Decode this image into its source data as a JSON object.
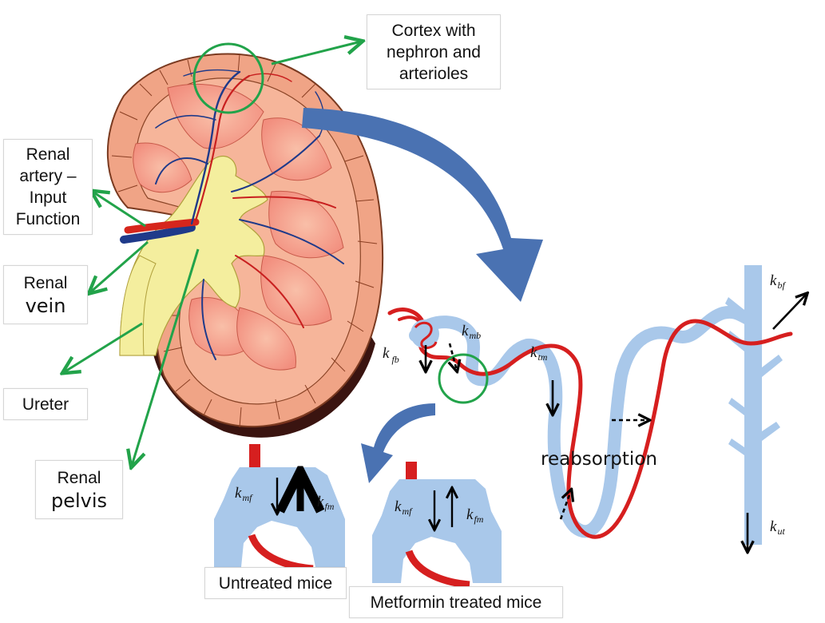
{
  "labels": {
    "cortex": [
      "Cortex with",
      "nephron and",
      "arterioles"
    ],
    "renal_artery": [
      "Renal",
      "artery –",
      "Input",
      "Function"
    ],
    "renal_vein": [
      "Renal",
      "vein"
    ],
    "ureter": "Ureter",
    "renal_pelvis": [
      "Renal",
      "pelvis"
    ],
    "untreated": "Untreated mice",
    "metformin": "Metformin treated mice",
    "reabsorption": "reabsorption"
  },
  "rates": {
    "k_fb": [
      "k",
      "fb"
    ],
    "k_mb": [
      "k",
      "mb"
    ],
    "k_tm": [
      "k",
      "tm"
    ],
    "k_bf": [
      "k",
      "bf"
    ],
    "k_ut": [
      "k",
      "ut"
    ],
    "k_mf_1": [
      "k",
      "mf"
    ],
    "k_fm_1": [
      "k",
      "fm"
    ],
    "k_mf_2": [
      "k",
      "mf"
    ],
    "k_fm_2": [
      "k",
      "fm"
    ]
  },
  "colors": {
    "pointer_green": "#22a34a",
    "flow_arrow_blue": "#4a72b2",
    "vessel_red": "#d61f1f",
    "tubule_blue": "#a9c8ea",
    "cortex_salmon": "#f0a486",
    "pelvis_yellow": "#f4ee9e"
  }
}
